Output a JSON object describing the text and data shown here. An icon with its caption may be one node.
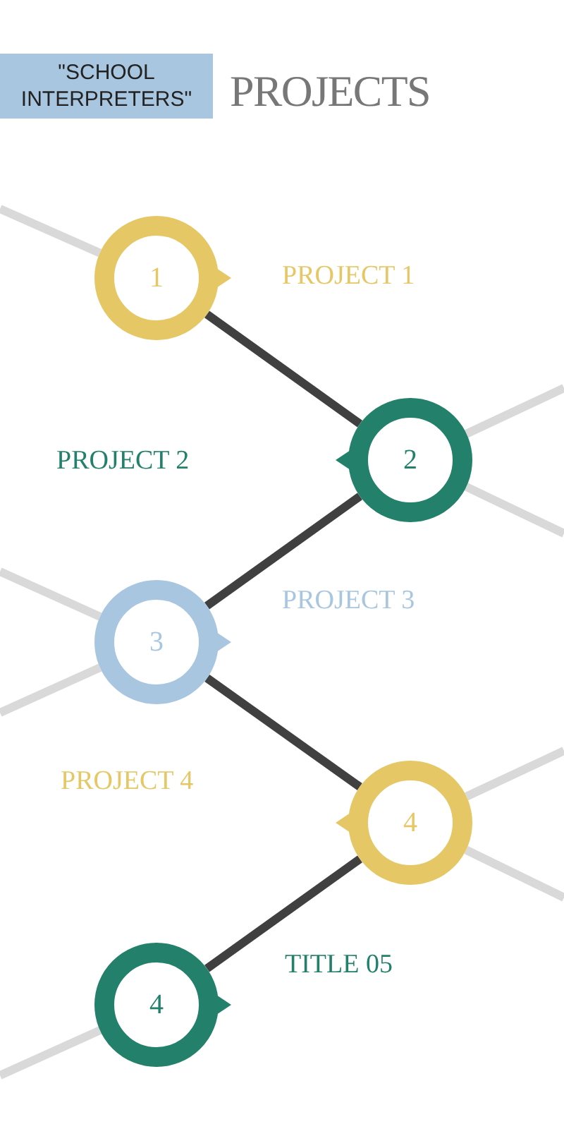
{
  "diagram": {
    "title": "PROJECTS",
    "nodes": [
      {
        "text": [
          "1"
        ],
        "beside": [
          "PROJECT 1"
        ]
      },
      {
        "text": [
          "2"
        ]
      },
      {
        "text": [
          "3"
        ],
        "beside": [
          "PROJECT 3"
        ]
      },
      {
        "text": [
          "4"
        ]
      },
      {
        "text": [
          "4"
        ],
        "beside": [
          "TITLE 05"
        ]
      }
    ],
    "edges": [
      {
        "from": 0,
        "to": 1,
        "arrow": "none",
        "color": "#404040"
      },
      {
        "from": 1,
        "to": 2,
        "arrow": "none",
        "color": "#404040"
      },
      {
        "from": 2,
        "to": 3,
        "arrow": "none",
        "color": "#404040"
      },
      {
        "from": 3,
        "to": 4,
        "arrow": "none",
        "color": "#404040"
      },
      {
        "from": null,
        "to": 0,
        "arrow": "none"
      },
      {
        "from": 1,
        "to": null,
        "arrow": "none"
      },
      {
        "from": 1,
        "to": null,
        "arrow": "none"
      },
      {
        "from": null,
        "to": 2,
        "arrow": "none"
      },
      {
        "from": 2,
        "to": null,
        "arrow": "none"
      },
      {
        "from": 3,
        "to": null,
        "arrow": "none"
      },
      {
        "from": 3,
        "to": null,
        "arrow": "none"
      },
      {
        "from": 4,
        "to": null,
        "arrow": "none"
      }
    ],
    "labels": [
      "\"SCHOOL INTERPRETERS\"",
      "PROJECT 2",
      "PROJECT 4"
    ]
  }
}
